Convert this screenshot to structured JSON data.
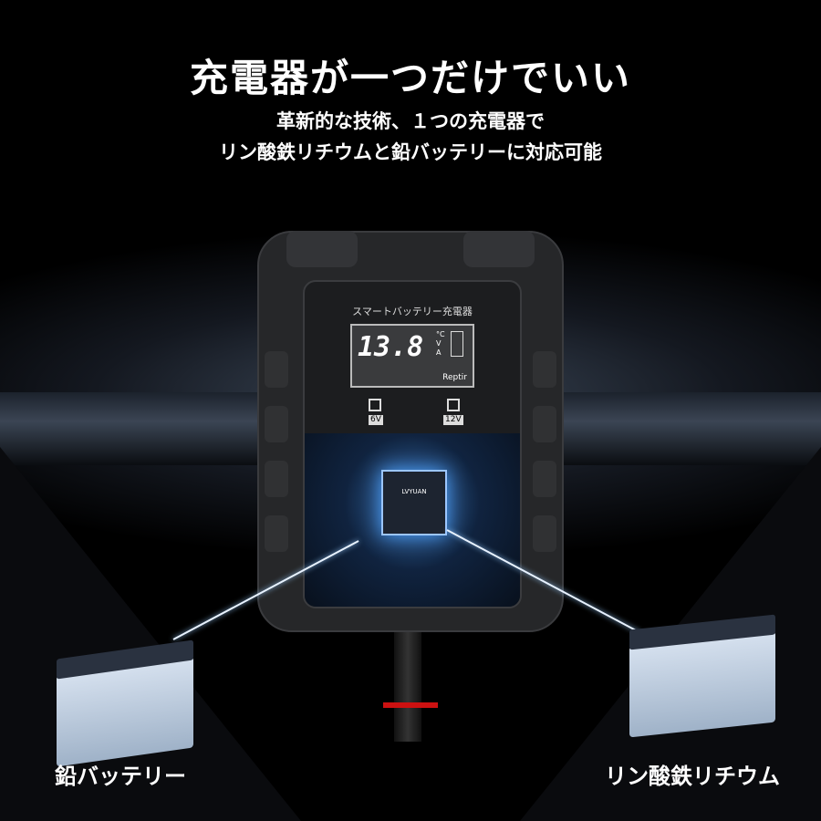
{
  "headline": "充電器が一つだけでいい",
  "subtitle_line1": "革新的な技術、１つの充電器で",
  "subtitle_line2": "リン酸鉄リチウムと鉛バッテリーに対応可能",
  "device": {
    "face_label": "スマートバッテリー充電器",
    "display_value": "13.8",
    "units": [
      "°C",
      "V",
      "A"
    ],
    "brand": "Reptir",
    "mode_buttons": [
      "6V",
      "12V"
    ],
    "chip_label": "LVYUAN"
  },
  "left_label": "鉛バッテリー",
  "right_label": "リン酸鉄リチウム",
  "colors": {
    "background": "#000000",
    "accent_blue": "#4ea3ff"
  }
}
